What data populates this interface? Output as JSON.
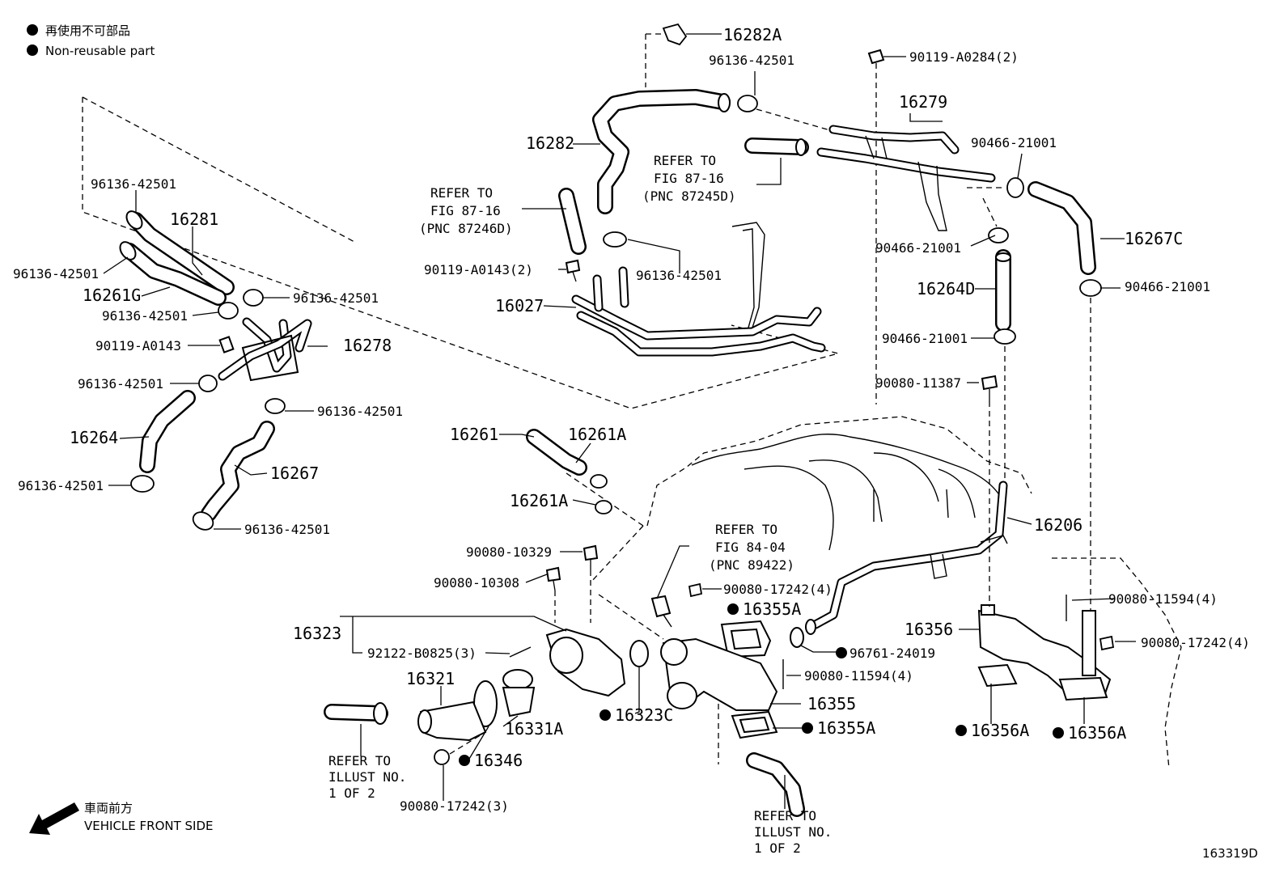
{
  "legend": {
    "non_reusable_jp": "再使用不可部品",
    "non_reusable_en": "Non-reusable part"
  },
  "direction": {
    "jp": "車両前方",
    "en": "VEHICLE FRONT SIDE"
  },
  "diagram_id": "163319D",
  "references": {
    "fig8716_a": {
      "l1": "REFER TO",
      "l2": "FIG 87-16",
      "l3": "(PNC 87246D)"
    },
    "fig8716_b": {
      "l1": "REFER TO",
      "l2": "FIG 87-16",
      "l3": "(PNC 87245D)"
    },
    "fig8404": {
      "l1": "REFER TO",
      "l2": "FIG 84-04",
      "l3": "(PNC 89422)"
    },
    "illust_left": {
      "l1": "REFER TO",
      "l2": "ILLUST NO.",
      "l3": "1 OF 2"
    },
    "illust_right": {
      "l1": "REFER TO",
      "l2": "ILLUST NO.",
      "l3": "1 OF 2"
    }
  },
  "parts": {
    "p16282A": "16282A",
    "p96136_top": "96136-42501",
    "p90119_A0284": "90119-A0284(2)",
    "p16279": "16279",
    "p90466_a": "90466-21001",
    "p16282": "16282",
    "p16267C": "16267C",
    "p90466_b": "90466-21001",
    "p90119_A0143_2": "90119-A0143(2)",
    "p96136_mid": "96136-42501",
    "p16027": "16027",
    "p16264D": "16264D",
    "p90466_c": "90466-21001",
    "p90466_d": "90466-21001",
    "p96136_l1": "96136-42501",
    "p16281": "16281",
    "p96136_l2": "96136-42501",
    "p16261G": "16261G",
    "p96136_l3": "96136-42501",
    "p96136_l4": "96136-42501",
    "p90119_A0143": "90119-A0143",
    "p16278": "16278",
    "p96136_l5": "96136-42501",
    "p96136_l6": "96136-42501",
    "p16264": "16264",
    "p16267": "16267",
    "p96136_l7": "96136-42501",
    "p96136_l8": "96136-42501",
    "p90080_11387": "90080-11387",
    "p16261": "16261",
    "p16261A_a": "16261A",
    "p16261A_b": "16261A",
    "p16206": "16206",
    "p90080_10329": "90080-10329",
    "p90080_10308": "90080-10308",
    "p90080_17242_4a": "90080-17242(4)",
    "p16355A_a": "16355A",
    "p90080_11594_4a": "90080-11594(4)",
    "p16323": "16323",
    "p92122_B0825": "92122-B0825(3)",
    "p16356": "16356",
    "p90080_17242_4b": "90080-17242(4)",
    "p96761_24019": "96761-24019",
    "p90080_11594_4b": "90080-11594(4)",
    "p16321": "16321",
    "p16355": "16355",
    "p16331A": "16331A",
    "p16323C": "16323C",
    "p16355A_b": "16355A",
    "p16356A_a": "16356A",
    "p16356A_b": "16356A",
    "p16346": "16346",
    "p90080_17242_3": "90080-17242(3)"
  }
}
